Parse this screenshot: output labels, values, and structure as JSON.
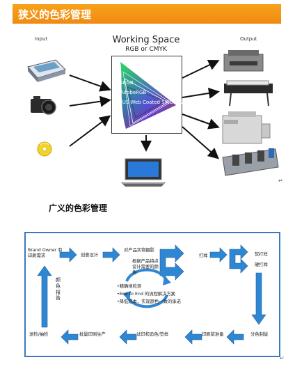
{
  "top": {
    "title": "狭义的色彩管理",
    "input_label": "Input",
    "output_label": "Output",
    "working_space_title": "Working Space",
    "working_space_sub": "RGB or CMYK",
    "gamut_labels": [
      "sRGB",
      "AdobeRGB",
      "(US Web Coated SWOP v2)"
    ]
  },
  "bottom": {
    "title": "广义的色彩管理",
    "nodes": {
      "brand_owner": "Brand Owner 有印刷需求",
      "creative": "创意设计",
      "photo": "对产品实物摄影",
      "design_color": "根据产品特点设计需要的颜色",
      "proof": "打样",
      "soft_proof": "软打样",
      "hard_proof": "硬打样",
      "separation": "分色制版",
      "prepress": "印刷前准备",
      "press_check": "试印和追色/签样",
      "mass_print": "批量印刷生产",
      "delivery": "送检/抽检",
      "color_report": "颜色报告"
    },
    "center_notes": [
      "•精确地检测",
      "•End to End 的流程解决方案",
      "•降低成本，实现颜色一致的承诺"
    ]
  },
  "colors": {
    "banner": "#f39a16",
    "arrow_blue": "#2f86d2",
    "frame_blue": "#3a78c2"
  }
}
